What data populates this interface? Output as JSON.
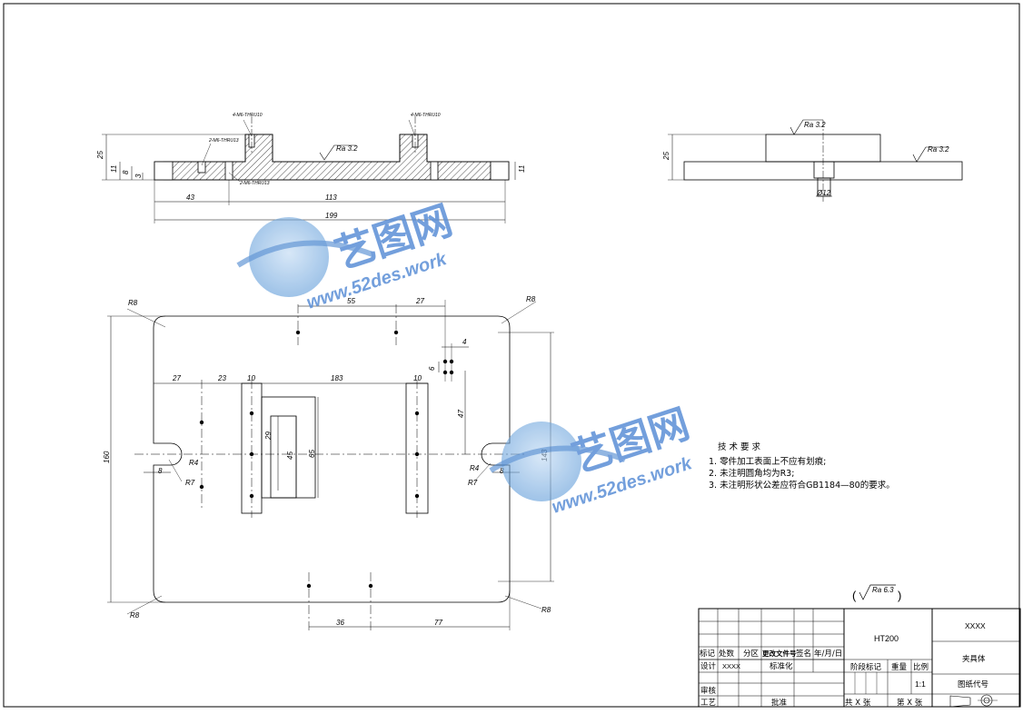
{
  "dimensions": {
    "front_view": {
      "height_25": "25",
      "d11_left": "11",
      "d8": "8",
      "d3": "3",
      "d11_right": "11",
      "d43": "43",
      "d113": "113",
      "d199": "199",
      "hole_callout_1": "4-M6-THRU10",
      "hole_callout_2": "4-M6-THRU10",
      "hole_callout_3": "2-M6-THRU13",
      "hole_callout_4": "2-M6-THRU13",
      "roughness_top": "Ra 3.2"
    },
    "side_view": {
      "height_25": "25",
      "roughness_1": "Ra 3.2",
      "roughness_2": "Ra 3.2",
      "pin_dia": "Ø12"
    },
    "plan_view": {
      "d55": "55",
      "d27_top": "27",
      "d4": "4",
      "d6": "6",
      "d27": "27",
      "d23": "23",
      "d10a": "10",
      "d183": "183",
      "d10b": "10",
      "d47": "47",
      "d160": "160",
      "d143": "143",
      "d29": "29",
      "d45": "45",
      "d65": "65",
      "d8_left": "8",
      "d8_right": "8",
      "r4_left": "R4",
      "r7_left": "R7",
      "r4_right": "R4",
      "r7_right": "R7",
      "r8_tl": "R8",
      "r8_tr": "R8",
      "r8_bl": "R8",
      "r8_br": "R8",
      "d36": "36",
      "d77": "77"
    }
  },
  "watermark": {
    "brand_1": "艺图网",
    "url_1": "www.52des.work",
    "brand_2": "艺图网",
    "url_2": "www.52des.work"
  },
  "tech_requirements": {
    "title": "技 术 要 求",
    "item1": "1. 零件加工表面上不应有划痕;",
    "item2": "2. 未注明圆角均为R3;",
    "item3": "3. 未注明形状公差应符合GB1184—80的要求。"
  },
  "general_roughness": {
    "value": "Ra 6.3",
    "paren_left": "(",
    "paren_right": ")"
  },
  "title_block": {
    "marker": "标记",
    "count": "处数",
    "zone": "分区",
    "doc_no": "更改文件号",
    "signature": "签名",
    "date": "年/月/日",
    "design": "设计",
    "design_value": "XXXX",
    "standardize": "标准化",
    "review": "审核",
    "process": "工艺",
    "approve": "批准",
    "material": "HT200",
    "stage_mark": "阶段标记",
    "weight": "重量",
    "scale": "比例",
    "scale_value": "1:1",
    "total_sheets": "共  X  张",
    "sheet_no": "第  X  张",
    "company": "XXXX",
    "part_name": "夹具体",
    "drawing_no": "图纸代号"
  }
}
